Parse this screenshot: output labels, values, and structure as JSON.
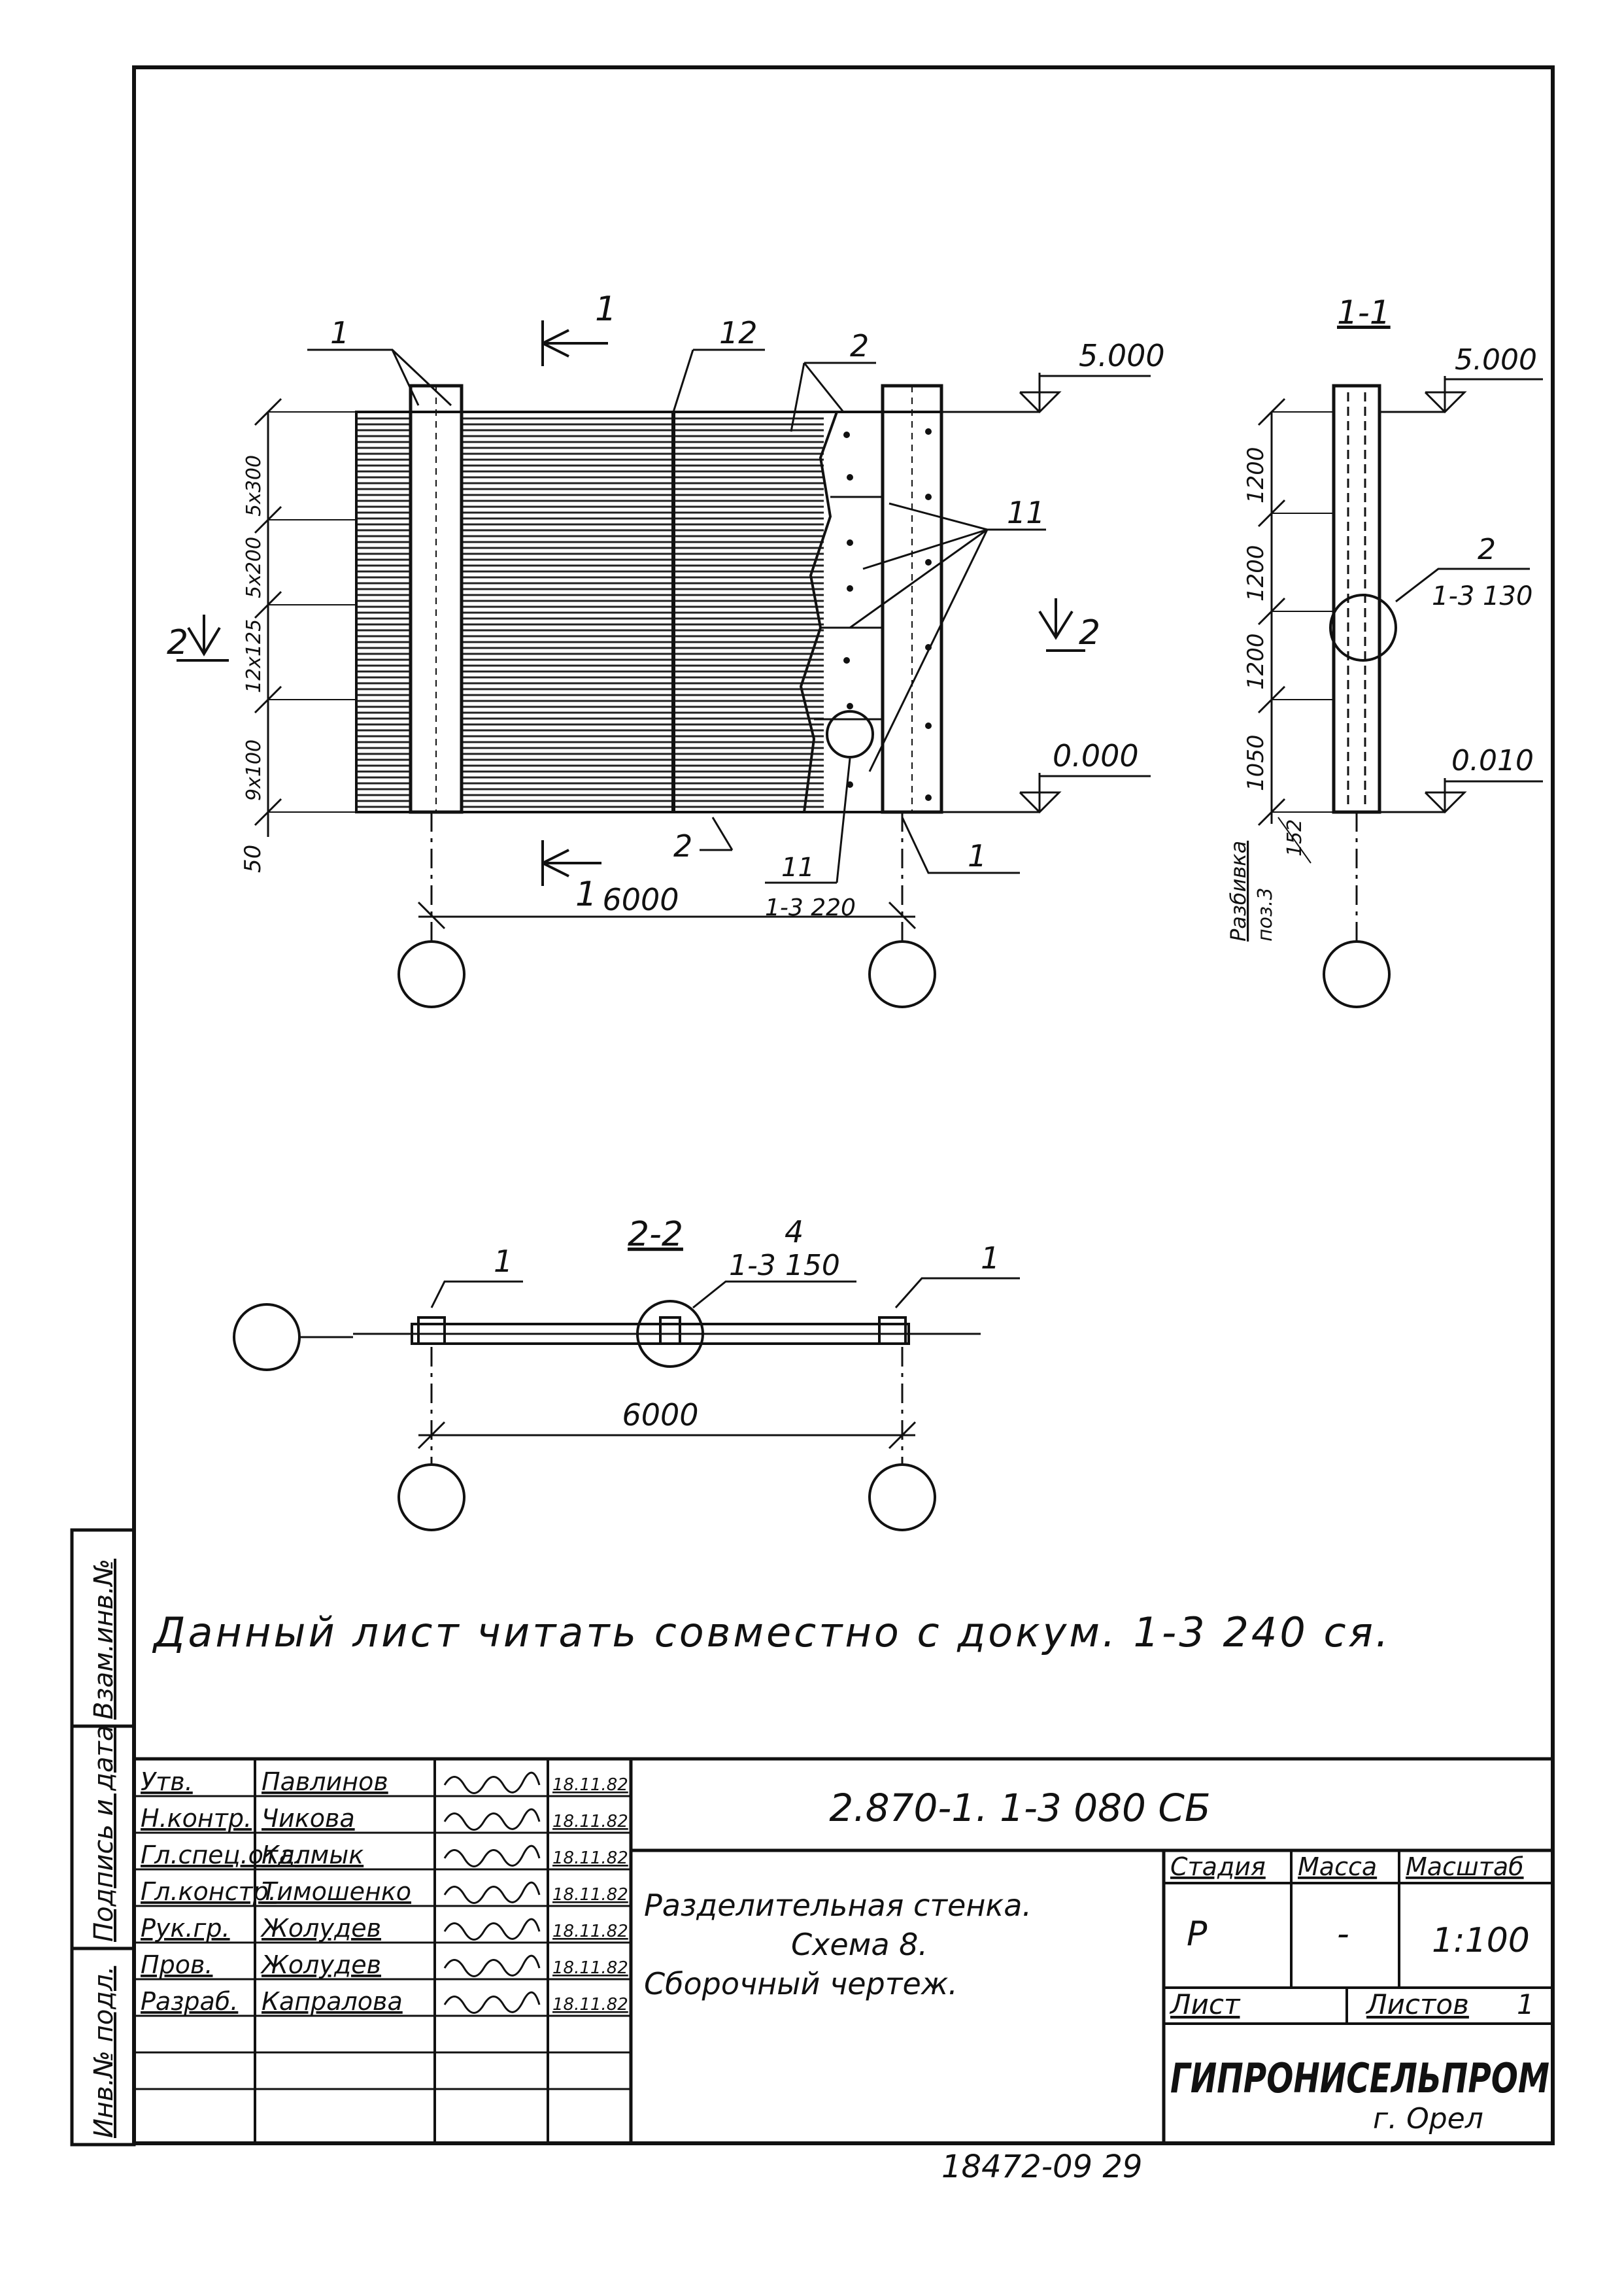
{
  "elev": {
    "callout_left": "1",
    "callout_12": "12",
    "callout_2_top": "2",
    "section_1_top": "1",
    "section_1_bottom": "1",
    "level_top": "5.000",
    "level_bottom": "0.000",
    "section_2": "2",
    "section_2b": "2",
    "callout_11": "11",
    "callout_11_bottom": "11",
    "ref_11": "1-3 220",
    "callout_2_bottom": "2",
    "callout_1_bottom": "1",
    "span": "6000",
    "dims": [
      "50",
      "9x100",
      "12x125",
      "5x200",
      "5x300"
    ]
  },
  "sec11": {
    "title": "1-1",
    "level_top": "5.000",
    "level_bottom": "0.010",
    "callout": "2",
    "ref": "1-3 130",
    "dims": [
      "1050",
      "1200",
      "1200",
      "1200"
    ],
    "note_label": "Разбивка",
    "note_pos": "поз.3",
    "note_val": "152"
  },
  "sec22": {
    "title": "2-2",
    "callout_left": "1",
    "callout_mid": "4",
    "ref": "1-3 150",
    "callout_right": "1",
    "span": "6000"
  },
  "note": "Данный лист читать совместно с докум. 1-3 240 ся.",
  "side_stamps": [
    "Инв.№ подл.",
    "Подпись и дата",
    "Взам.инв.№"
  ],
  "title_block": {
    "rows": [
      {
        "role": "Утв.",
        "name": "Павлинов",
        "date": "18.11.82"
      },
      {
        "role": "Н.контр.",
        "name": "Чикова",
        "date": "18.11.82"
      },
      {
        "role": "Гл.спец.отд.",
        "name": "Калмык",
        "date": "18.11.82"
      },
      {
        "role": "Гл.констр.",
        "name": "Тимошенко",
        "date": "18.11.82"
      },
      {
        "role": "Рук.гр.",
        "name": "Жолудев",
        "date": "18.11.82"
      },
      {
        "role": "Пров.",
        "name": "Жолудев",
        "date": "18.11.82"
      },
      {
        "role": "Разраб.",
        "name": "Капралова",
        "date": "18.11.82"
      }
    ],
    "code": "2.870-1. 1-3 080 СБ",
    "title_line1": "Разделительная стенка.",
    "title_line2": "Схема 8.",
    "title_line3": "Сборочный чертеж.",
    "stage_label": "Стадия",
    "mass_label": "Масса",
    "scale_label": "Масштаб",
    "stage": "Р",
    "mass": "-",
    "scale": "1:100",
    "sheet_label": "Лист",
    "sheets_label": "Листов",
    "sheets": "1",
    "org": "ГИПРОНИСЕЛЬПРОМ",
    "city": "г. Орел"
  },
  "footer": "18472-09 29"
}
